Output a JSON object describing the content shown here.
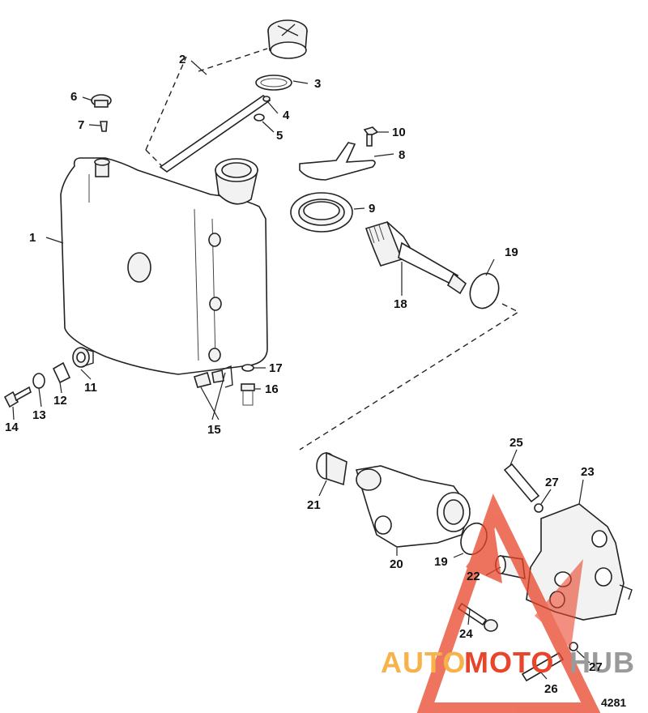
{
  "figure_number": "4281",
  "watermark": {
    "part1": "AUTO",
    "part2": "MOTO",
    "part3": "HUB",
    "colors": {
      "orange": "#f7b24a",
      "red": "#e8452a",
      "gray": "#9a9a9a"
    }
  },
  "callouts": {
    "c1": "1",
    "c2": "2",
    "c3": "3",
    "c4": "4",
    "c5": "5",
    "c6": "6",
    "c7": "7",
    "c8": "8",
    "c9": "9",
    "c10": "10",
    "c11": "11",
    "c12": "12",
    "c13": "13",
    "c14": "14",
    "c15": "15",
    "c16": "16",
    "c17": "17",
    "c18": "18",
    "c19a": "19",
    "c19b": "19",
    "c20": "20",
    "c21": "21",
    "c22": "22",
    "c23": "23",
    "c24": "24",
    "c25": "25",
    "c26": "26",
    "c27a": "27",
    "c27b": "27"
  }
}
